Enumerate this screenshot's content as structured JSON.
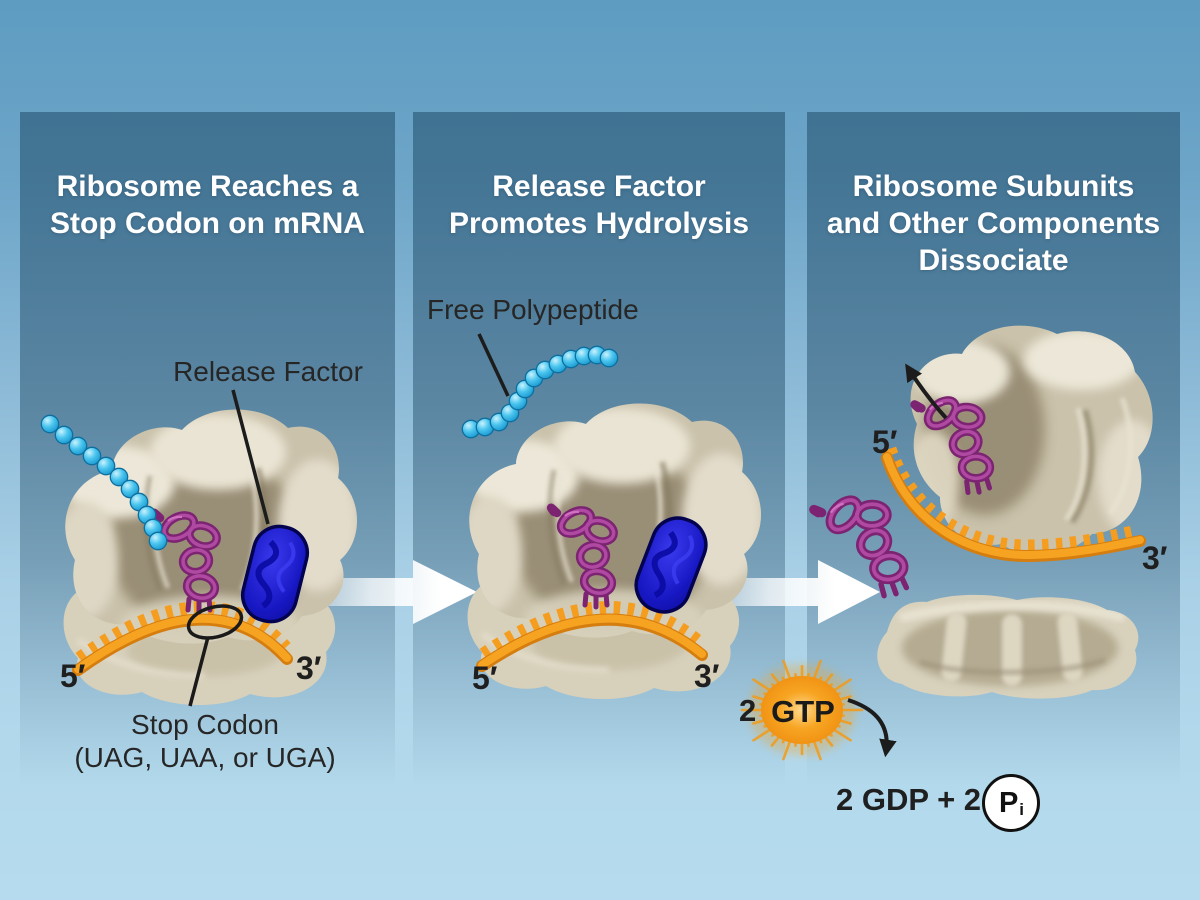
{
  "panels": [
    {
      "id": "panel-1",
      "title": "Ribosome Reaches a\nStop Codon on mRNA",
      "labels": {
        "release_factor": "Release Factor",
        "stop_codon": "Stop Codon\n(UAG, UAA, or UGA)",
        "five_prime": "5′",
        "three_prime": "3′"
      }
    },
    {
      "id": "panel-2",
      "title": "Release Factor\nPromotes Hydrolysis",
      "labels": {
        "free_polypeptide": "Free Polypeptide",
        "five_prime": "5′",
        "three_prime": "3′"
      }
    },
    {
      "id": "panel-3",
      "title": "Ribosome Subunits\nand Other Components\nDissociate",
      "labels": {
        "five_prime": "5′",
        "three_prime": "3′"
      }
    }
  ],
  "gtp_reaction": {
    "reactant_coefficient": "2",
    "reactant": "GTP",
    "products": "2 GDP + 2",
    "phosphate": "P",
    "phosphate_subscript": "i"
  },
  "colors": {
    "background_top": "#5e9cc1",
    "background_bottom": "#b6dbee",
    "panel_overlay": "#0d3652",
    "mrna_orange": "#f59d1e",
    "trna_purple": "#9c3490",
    "release_factor_blue": "#1b1ccd",
    "polypeptide_cyan": "#3fc0ee",
    "ribosome_beige": "#d5cdb6",
    "starburst_orange": "#f5a01e",
    "title_text": "#ffffff",
    "label_text": "#262626"
  }
}
